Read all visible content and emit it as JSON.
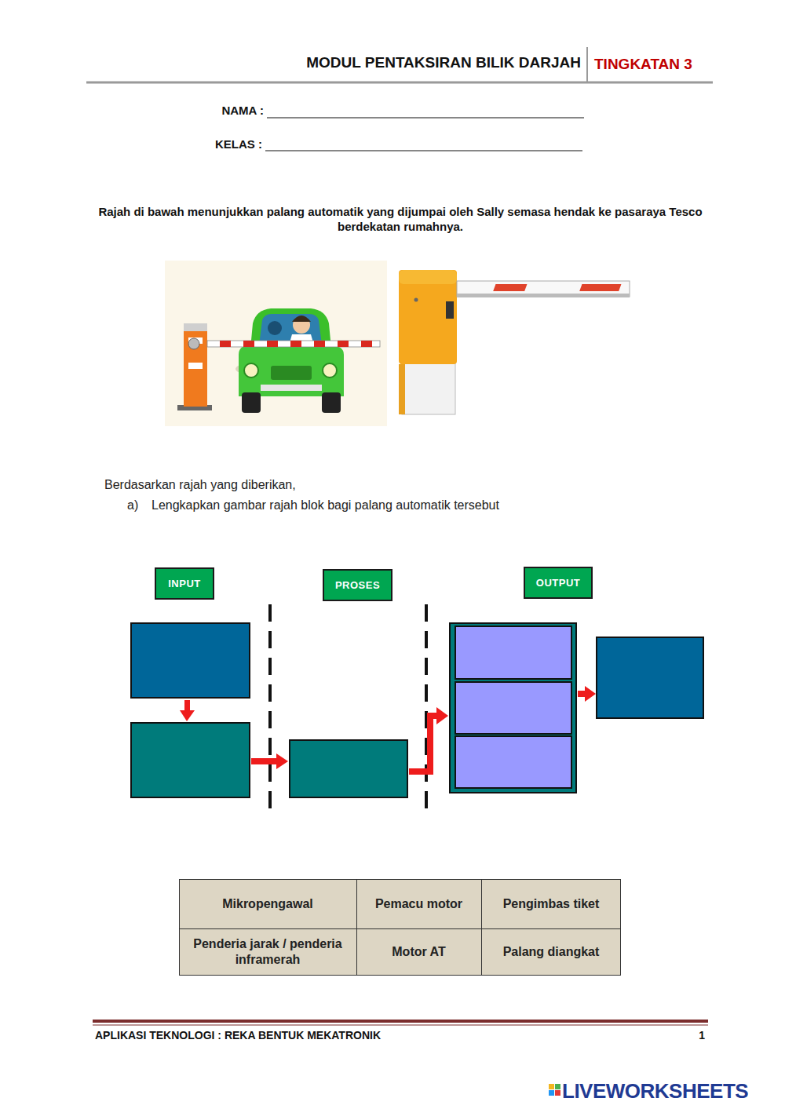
{
  "diagram": {
    "nodes": [
      {
        "text": [
          "INPUT"
        ]
      },
      {
        "text": [
          "PROSES"
        ]
      },
      {
        "text": [
          "OUTPUT"
        ]
      }
    ],
    "labels": [
      "MODUL PENTAKSIRAN BILIK DARJAH",
      "TINGKATAN 3",
      "NAMA :",
      "KELAS :",
      "Rajah di bawah menunjukkan palang automatik yang dijumpai oleh Sally semasa hendak ke pasaraya Tesco berdekatan rumahnya.",
      "Berdasarkan rajah yang diberikan,",
      "a)",
      "Lengkapkan gambar rajah blok bagi palang automatik tersebut",
      "Mikropengawal",
      "Pemacu motor",
      "Pengimbas tiket",
      "Penderia jarak / penderia inframerah",
      "Motor AT",
      "Palang diangkat",
      "APLIKASI TEKNOLOGI : REKA BENTUK MEKATRONIK",
      "1",
      "LIVEWORKSHEETS"
    ]
  }
}
